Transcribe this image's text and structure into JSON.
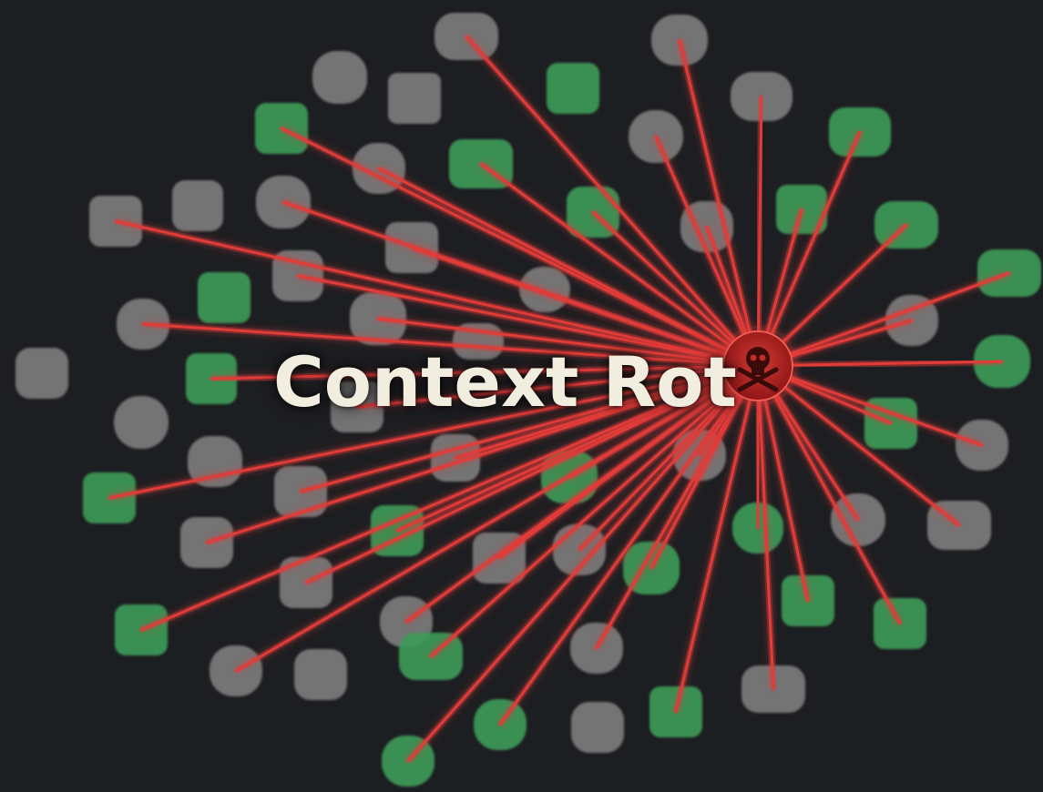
{
  "title": "Context Rot",
  "colors": {
    "background": "#1d1e21",
    "line": "#e03c38",
    "hub": "#b3201f",
    "gray_node": "#808080",
    "green_node": "#3d9a59"
  },
  "hub": {
    "icon": "skull-crossbones-icon"
  },
  "nodes": [
    {
      "type": "gray"
    },
    {
      "type": "gray"
    },
    {
      "type": "green"
    },
    {
      "type": "gray"
    },
    {
      "type": "gray"
    },
    {
      "type": "gray"
    },
    {
      "type": "green"
    },
    {
      "type": "gray"
    },
    {
      "type": "green"
    },
    {
      "type": "gray"
    },
    {
      "type": "green"
    },
    {
      "type": "gray"
    },
    {
      "type": "gray"
    },
    {
      "type": "gray"
    },
    {
      "type": "green"
    },
    {
      "type": "gray"
    },
    {
      "type": "green"
    },
    {
      "type": "gray"
    },
    {
      "type": "green"
    },
    {
      "type": "gray"
    },
    {
      "type": "gray"
    },
    {
      "type": "green"
    },
    {
      "type": "gray"
    },
    {
      "type": "gray"
    },
    {
      "type": "green"
    },
    {
      "type": "gray"
    },
    {
      "type": "gray"
    },
    {
      "type": "green"
    },
    {
      "type": "gray"
    },
    {
      "type": "gray"
    },
    {
      "type": "green"
    },
    {
      "type": "gray"
    },
    {
      "type": "gray"
    },
    {
      "type": "gray"
    },
    {
      "type": "gray"
    },
    {
      "type": "green"
    },
    {
      "type": "green"
    },
    {
      "type": "gray"
    },
    {
      "type": "green"
    },
    {
      "type": "gray"
    },
    {
      "type": "gray"
    },
    {
      "type": "green"
    },
    {
      "type": "gray"
    },
    {
      "type": "gray"
    },
    {
      "type": "green"
    },
    {
      "type": "gray"
    },
    {
      "type": "gray"
    },
    {
      "type": "green"
    },
    {
      "type": "gray"
    },
    {
      "type": "green"
    },
    {
      "type": "gray"
    },
    {
      "type": "green"
    },
    {
      "type": "gray"
    },
    {
      "type": "green"
    },
    {
      "type": "green"
    },
    {
      "type": "gray"
    },
    {
      "type": "gray"
    },
    {
      "type": "green"
    },
    {
      "type": "gray"
    },
    {
      "type": "green"
    },
    {
      "type": "gray"
    },
    {
      "type": "green"
    }
  ]
}
